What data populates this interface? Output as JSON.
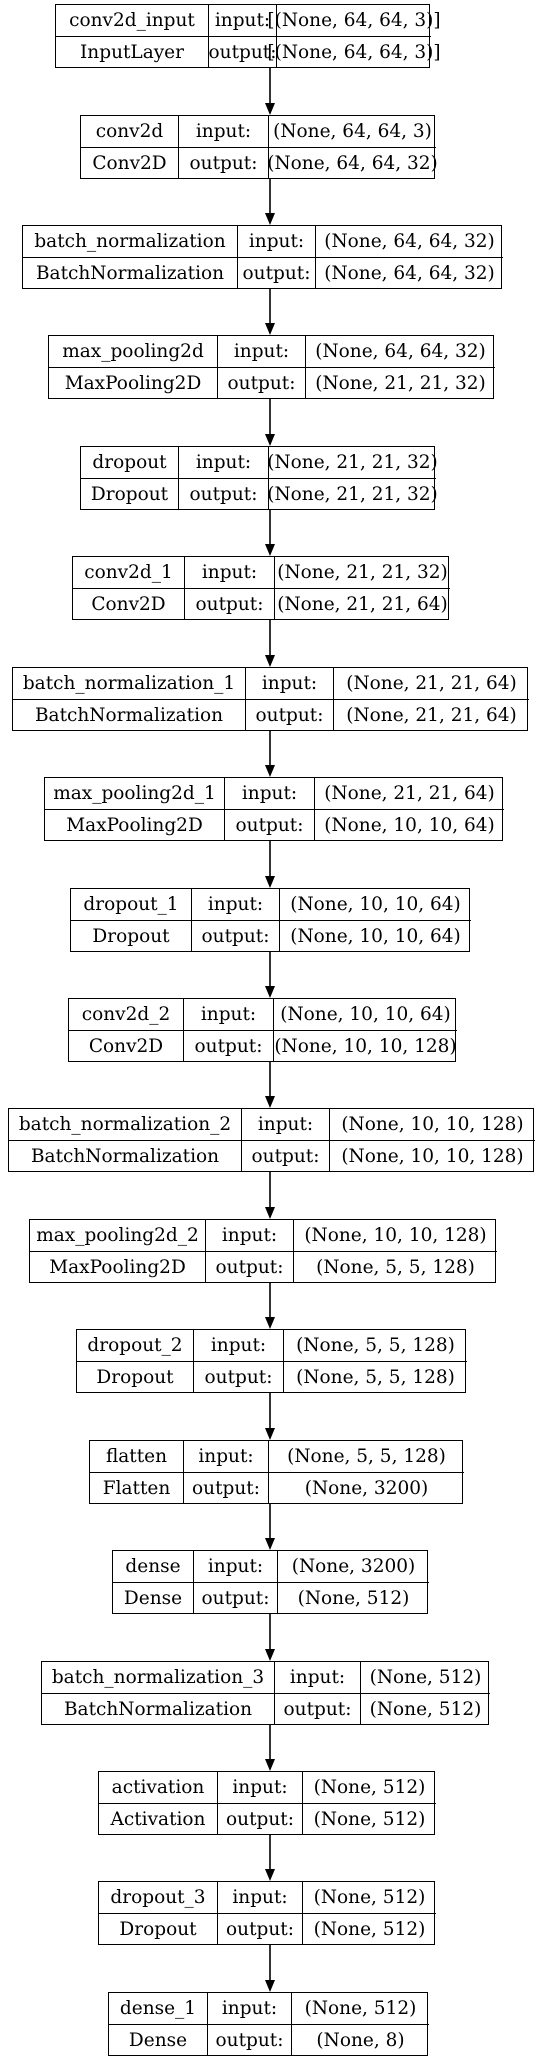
{
  "diagram": {
    "input_label": "input:",
    "output_label": "output:",
    "layers": [
      {
        "name": "conv2d_input",
        "type": "InputLayer",
        "input": "[(None, 64, 64, 3)]",
        "output": "[(None, 64, 64, 3)]"
      },
      {
        "name": "conv2d",
        "type": "Conv2D",
        "input": "(None, 64, 64, 3)",
        "output": "(None, 64, 64, 32)"
      },
      {
        "name": "batch_normalization",
        "type": "BatchNormalization",
        "input": "(None, 64, 64, 32)",
        "output": "(None, 64, 64, 32)"
      },
      {
        "name": "max_pooling2d",
        "type": "MaxPooling2D",
        "input": "(None, 64, 64, 32)",
        "output": "(None, 21, 21, 32)"
      },
      {
        "name": "dropout",
        "type": "Dropout",
        "input": "(None, 21, 21, 32)",
        "output": "(None, 21, 21, 32)"
      },
      {
        "name": "conv2d_1",
        "type": "Conv2D",
        "input": "(None, 21, 21, 32)",
        "output": "(None, 21, 21, 64)"
      },
      {
        "name": "batch_normalization_1",
        "type": "BatchNormalization",
        "input": "(None, 21, 21, 64)",
        "output": "(None, 21, 21, 64)"
      },
      {
        "name": "max_pooling2d_1",
        "type": "MaxPooling2D",
        "input": "(None, 21, 21, 64)",
        "output": "(None, 10, 10, 64)"
      },
      {
        "name": "dropout_1",
        "type": "Dropout",
        "input": "(None, 10, 10, 64)",
        "output": "(None, 10, 10, 64)"
      },
      {
        "name": "conv2d_2",
        "type": "Conv2D",
        "input": "(None, 10, 10, 64)",
        "output": "(None, 10, 10, 128)"
      },
      {
        "name": "batch_normalization_2",
        "type": "BatchNormalization",
        "input": "(None, 10, 10, 128)",
        "output": "(None, 10, 10, 128)"
      },
      {
        "name": "max_pooling2d_2",
        "type": "MaxPooling2D",
        "input": "(None, 10, 10, 128)",
        "output": "(None, 5, 5, 128)"
      },
      {
        "name": "dropout_2",
        "type": "Dropout",
        "input": "(None, 5, 5, 128)",
        "output": "(None, 5, 5, 128)"
      },
      {
        "name": "flatten",
        "type": "Flatten",
        "input": "(None, 5, 5, 128)",
        "output": "(None, 3200)"
      },
      {
        "name": "dense",
        "type": "Dense",
        "input": "(None, 3200)",
        "output": "(None, 512)"
      },
      {
        "name": "batch_normalization_3",
        "type": "BatchNormalization",
        "input": "(None, 512)",
        "output": "(None, 512)"
      },
      {
        "name": "activation",
        "type": "Activation",
        "input": "(None, 512)",
        "output": "(None, 512)"
      },
      {
        "name": "dropout_3",
        "type": "Dropout",
        "input": "(None, 512)",
        "output": "(None, 512)"
      },
      {
        "name": "dense_1",
        "type": "Dense",
        "input": "(None, 512)",
        "output": "(None, 8)"
      }
    ]
  }
}
